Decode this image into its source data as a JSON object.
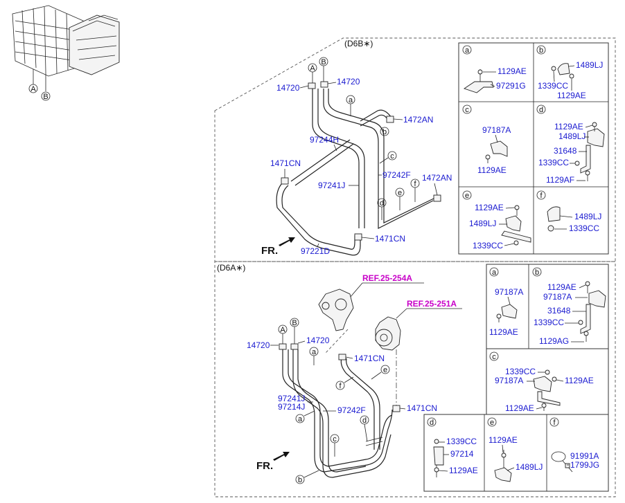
{
  "sections": {
    "d6b": "(D6B∗)",
    "d6a": "(D6A∗)"
  },
  "overview": {
    "a": "A",
    "b": "B"
  },
  "fr": "FR.",
  "refs": {
    "r1": "REF.25-254A",
    "r2": "REF.25-251A"
  },
  "top_labels": {
    "p14720_l": "14720",
    "p14720_r": "14720",
    "p1472an_1": "1472AN",
    "p97244h": "97244H",
    "p1471cn_1": "1471CN",
    "p97241j": "97241J",
    "p97242f": "97242F",
    "p1472an_2": "1472AN",
    "p1471cn_2": "1471CN",
    "p97221d": "97221D"
  },
  "bottom_labels": {
    "p14720_l": "14720",
    "p14720_r": "14720",
    "p1471cn_1": "1471CN",
    "p97241j": "97241J",
    "p97214j": "97214J",
    "p97242f": "97242F",
    "p1471cn_2": "1471CN"
  },
  "d6b_details": {
    "a": {
      "letter": "a",
      "labels": [
        "1129AE",
        "97291G"
      ]
    },
    "b": {
      "letter": "b",
      "labels": [
        "1489LJ",
        "1339CC",
        "1129AE"
      ]
    },
    "c": {
      "letter": "c",
      "labels": [
        "97187A",
        "1129AE"
      ]
    },
    "d": {
      "letter": "d",
      "labels": [
        "1129AE",
        "1489LJ",
        "31648",
        "1339CC",
        "1129AF"
      ]
    },
    "e": {
      "letter": "e",
      "labels": [
        "1129AE",
        "1489LJ",
        "1339CC"
      ]
    },
    "f": {
      "letter": "f",
      "labels": [
        "1489LJ",
        "1339CC"
      ]
    }
  },
  "d6a_details": {
    "a": {
      "letter": "a",
      "labels": [
        "97187A",
        "1129AE"
      ]
    },
    "b": {
      "letter": "b",
      "labels": [
        "1129AE",
        "97187A",
        "31648",
        "1339CC",
        "1129AG"
      ]
    },
    "c": {
      "letter": "c",
      "labels": [
        "1339CC",
        "97187A",
        "1129AE",
        "1129AE"
      ]
    },
    "d": {
      "letter": "d",
      "labels": [
        "1339CC",
        "97214",
        "1129AE"
      ]
    },
    "e": {
      "letter": "e",
      "labels": [
        "1129AE",
        "1489LJ"
      ]
    },
    "f": {
      "letter": "f",
      "labels": [
        "91991A",
        "1799JG"
      ]
    }
  }
}
